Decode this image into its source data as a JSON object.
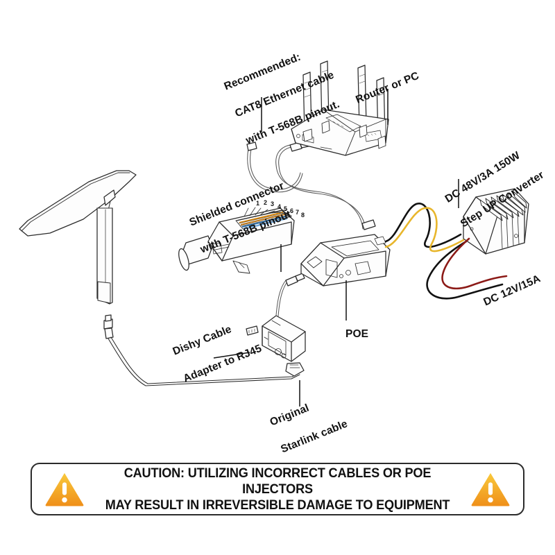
{
  "diagram": {
    "title": "Starlink POE / Step-Up Converter Wiring Diagram",
    "background": "#ffffff",
    "labels": {
      "recommended_cable": "Recommended:\nCAT8 Ethernet cable\nwith T-568B pinout.",
      "recommended_cable_line1": "Recommended:",
      "recommended_cable_line2": "CAT8 Ethernet cable",
      "recommended_cable_line3_pre": "with ",
      "recommended_cable_line3_bold": "T-568B",
      "recommended_cable_line3_post": " pinout.",
      "router_or_pc": "Router or PC",
      "shielded_connector_line1": "Shielded connector",
      "shielded_connector_line2_pre": "with ",
      "shielded_connector_line2_bold": "T-568B",
      "shielded_connector_line2_post": " pinout",
      "step_up_converter_line1": "DC 48V/3A 150W",
      "step_up_converter_line2": "Step UP Converter",
      "dc_output": "DC 12V/15A",
      "poe": "POE",
      "dishy_adapter_line1": "Dishy Cable",
      "dishy_adapter_line2": "Adapter to RJ45",
      "original_cable_line1": "Original",
      "original_cable_line2": "Starlink cable"
    },
    "pin_numbers": [
      "1",
      "2",
      "3",
      "4",
      "5",
      "6",
      "7",
      "8"
    ],
    "wire_colors": {
      "poe_to_converter_positive": "#E8B62C",
      "poe_to_converter_negative": "#111111",
      "converter_out_positive": "#8C1A17",
      "converter_out_negative": "#111111",
      "ethernet_cable": "#555555",
      "outline": "#2a2a2a"
    },
    "t568b_pin_colors": [
      "#D8860B",
      "#C97C0A",
      "#2E6EA6",
      "#5B9BD5",
      "#2E6EA6",
      "#C97C0A",
      "#6B5A3E",
      "#4A3B26"
    ]
  },
  "caution": {
    "text": "CAUTION: UTILIZING INCORRECT CABLES OR POE INJECTORS\nMAY RESULT IN IRREVERSIBLE DAMAGE TO EQUIPMENT",
    "line1": "CAUTION: UTILIZING INCORRECT CABLES OR POE INJECTORS",
    "line2": "MAY RESULT IN IRREVERSIBLE DAMAGE TO EQUIPMENT",
    "icon_name": "warning-triangle-icon",
    "icon_color_top": "#F8C43A",
    "icon_color_bottom": "#F0921B",
    "border_color": "#2b2b2b"
  }
}
